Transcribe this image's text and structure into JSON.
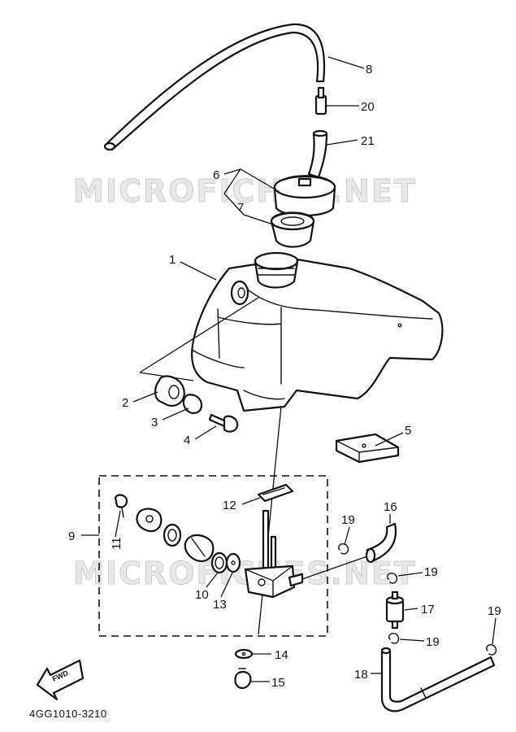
{
  "watermark": "MICROFICHES.NET",
  "diagram_code": "4GG1010-3210",
  "direction_marker": "FWD",
  "callouts": {
    "c1": "1",
    "c2": "2",
    "c3": "3",
    "c4": "4",
    "c5": "5",
    "c6": "6",
    "c7": "7",
    "c8": "8",
    "c9": "9",
    "c10": "10",
    "c11": "11",
    "c12": "12",
    "c13": "13",
    "c14": "14",
    "c15": "15",
    "c16": "16",
    "c17": "17",
    "c18": "18",
    "c19": "19",
    "c20": "20",
    "c21": "21"
  }
}
